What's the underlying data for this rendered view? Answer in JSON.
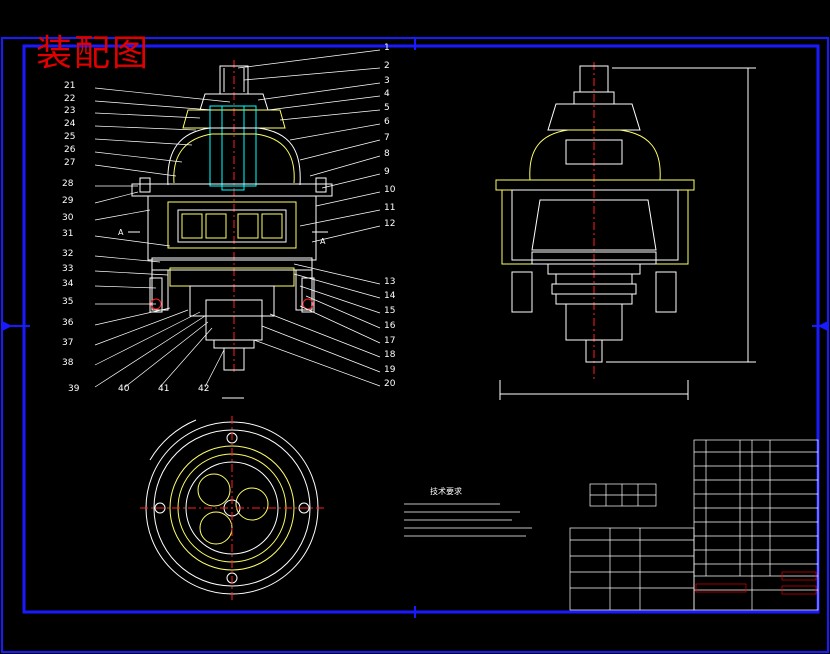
{
  "title": "装配图",
  "balloons_left": [
    "21",
    "22",
    "23",
    "24",
    "25",
    "26",
    "27",
    "28",
    "29",
    "30",
    "31",
    "32",
    "33",
    "34",
    "35",
    "36",
    "37",
    "38",
    "39",
    "40",
    "41",
    "42"
  ],
  "balloons_right": [
    "1",
    "2",
    "3",
    "4",
    "5",
    "6",
    "7",
    "8",
    "9",
    "10",
    "11",
    "12",
    "13",
    "14",
    "15",
    "16",
    "17",
    "18",
    "19",
    "20"
  ],
  "section_labels": [
    "A",
    "A"
  ],
  "tech_req_title": "技术要求",
  "colors": {
    "frame": "#1a1aff",
    "line": "#ffffff",
    "title": "#e00000",
    "yellow": "#ffff66",
    "cyan": "#00ffff",
    "red_center": "#ff2020",
    "table": "#ffffff"
  }
}
